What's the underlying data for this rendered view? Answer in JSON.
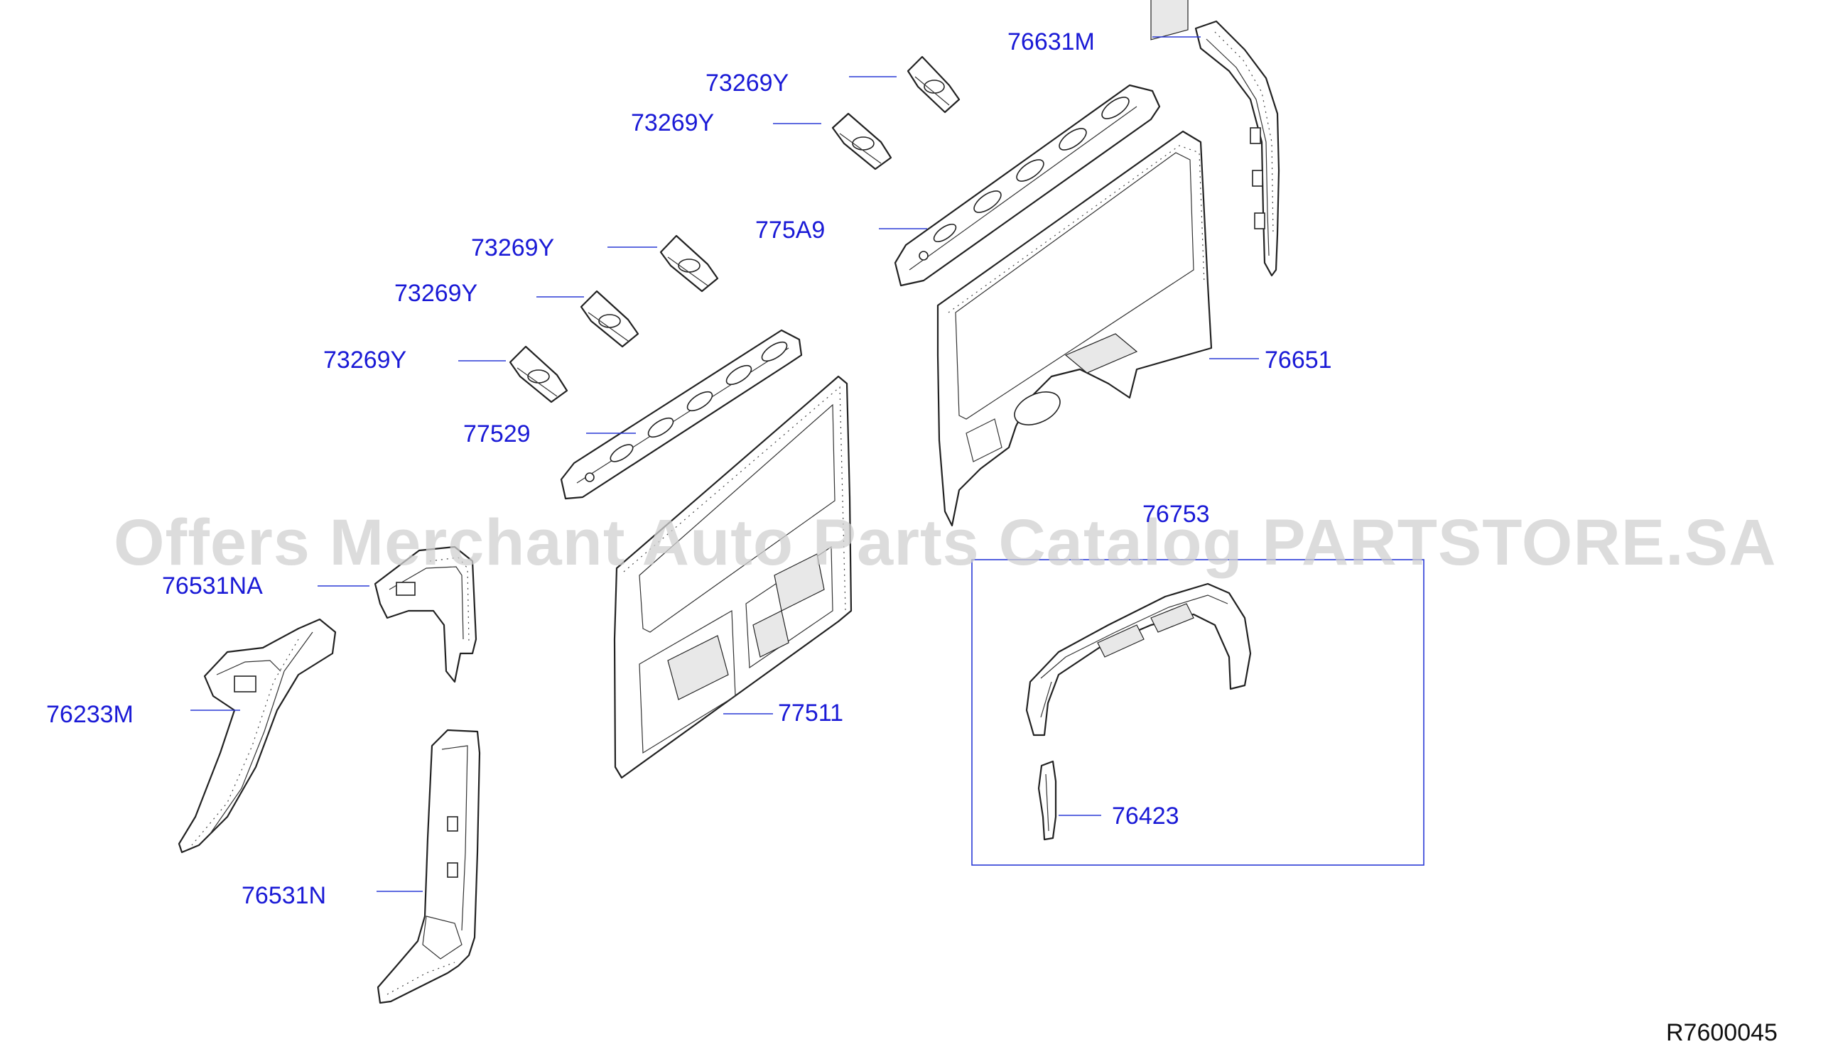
{
  "watermark": "Offers Merchant Auto Parts Catalog PARTSTORE.SA",
  "reference_code": "R7600045",
  "parts": {
    "p76631M": "76631M",
    "p73269Y_a": "73269Y",
    "p73269Y_b": "73269Y",
    "p73269Y_c": "73269Y",
    "p73269Y_d": "73269Y",
    "p73269Y_e": "73269Y",
    "p775A9": "775A9",
    "p76651": "76651",
    "p77529": "77529",
    "p76753": "76753",
    "p76531NA": "76531NA",
    "p76233M": "76233M",
    "p77511": "77511",
    "p76423": "76423",
    "p76531N": "76531N"
  },
  "colors": {
    "label": "#1a1ad6",
    "leader": "#2a3ad6",
    "line": "#222222",
    "watermark": "#d0d0d0"
  }
}
